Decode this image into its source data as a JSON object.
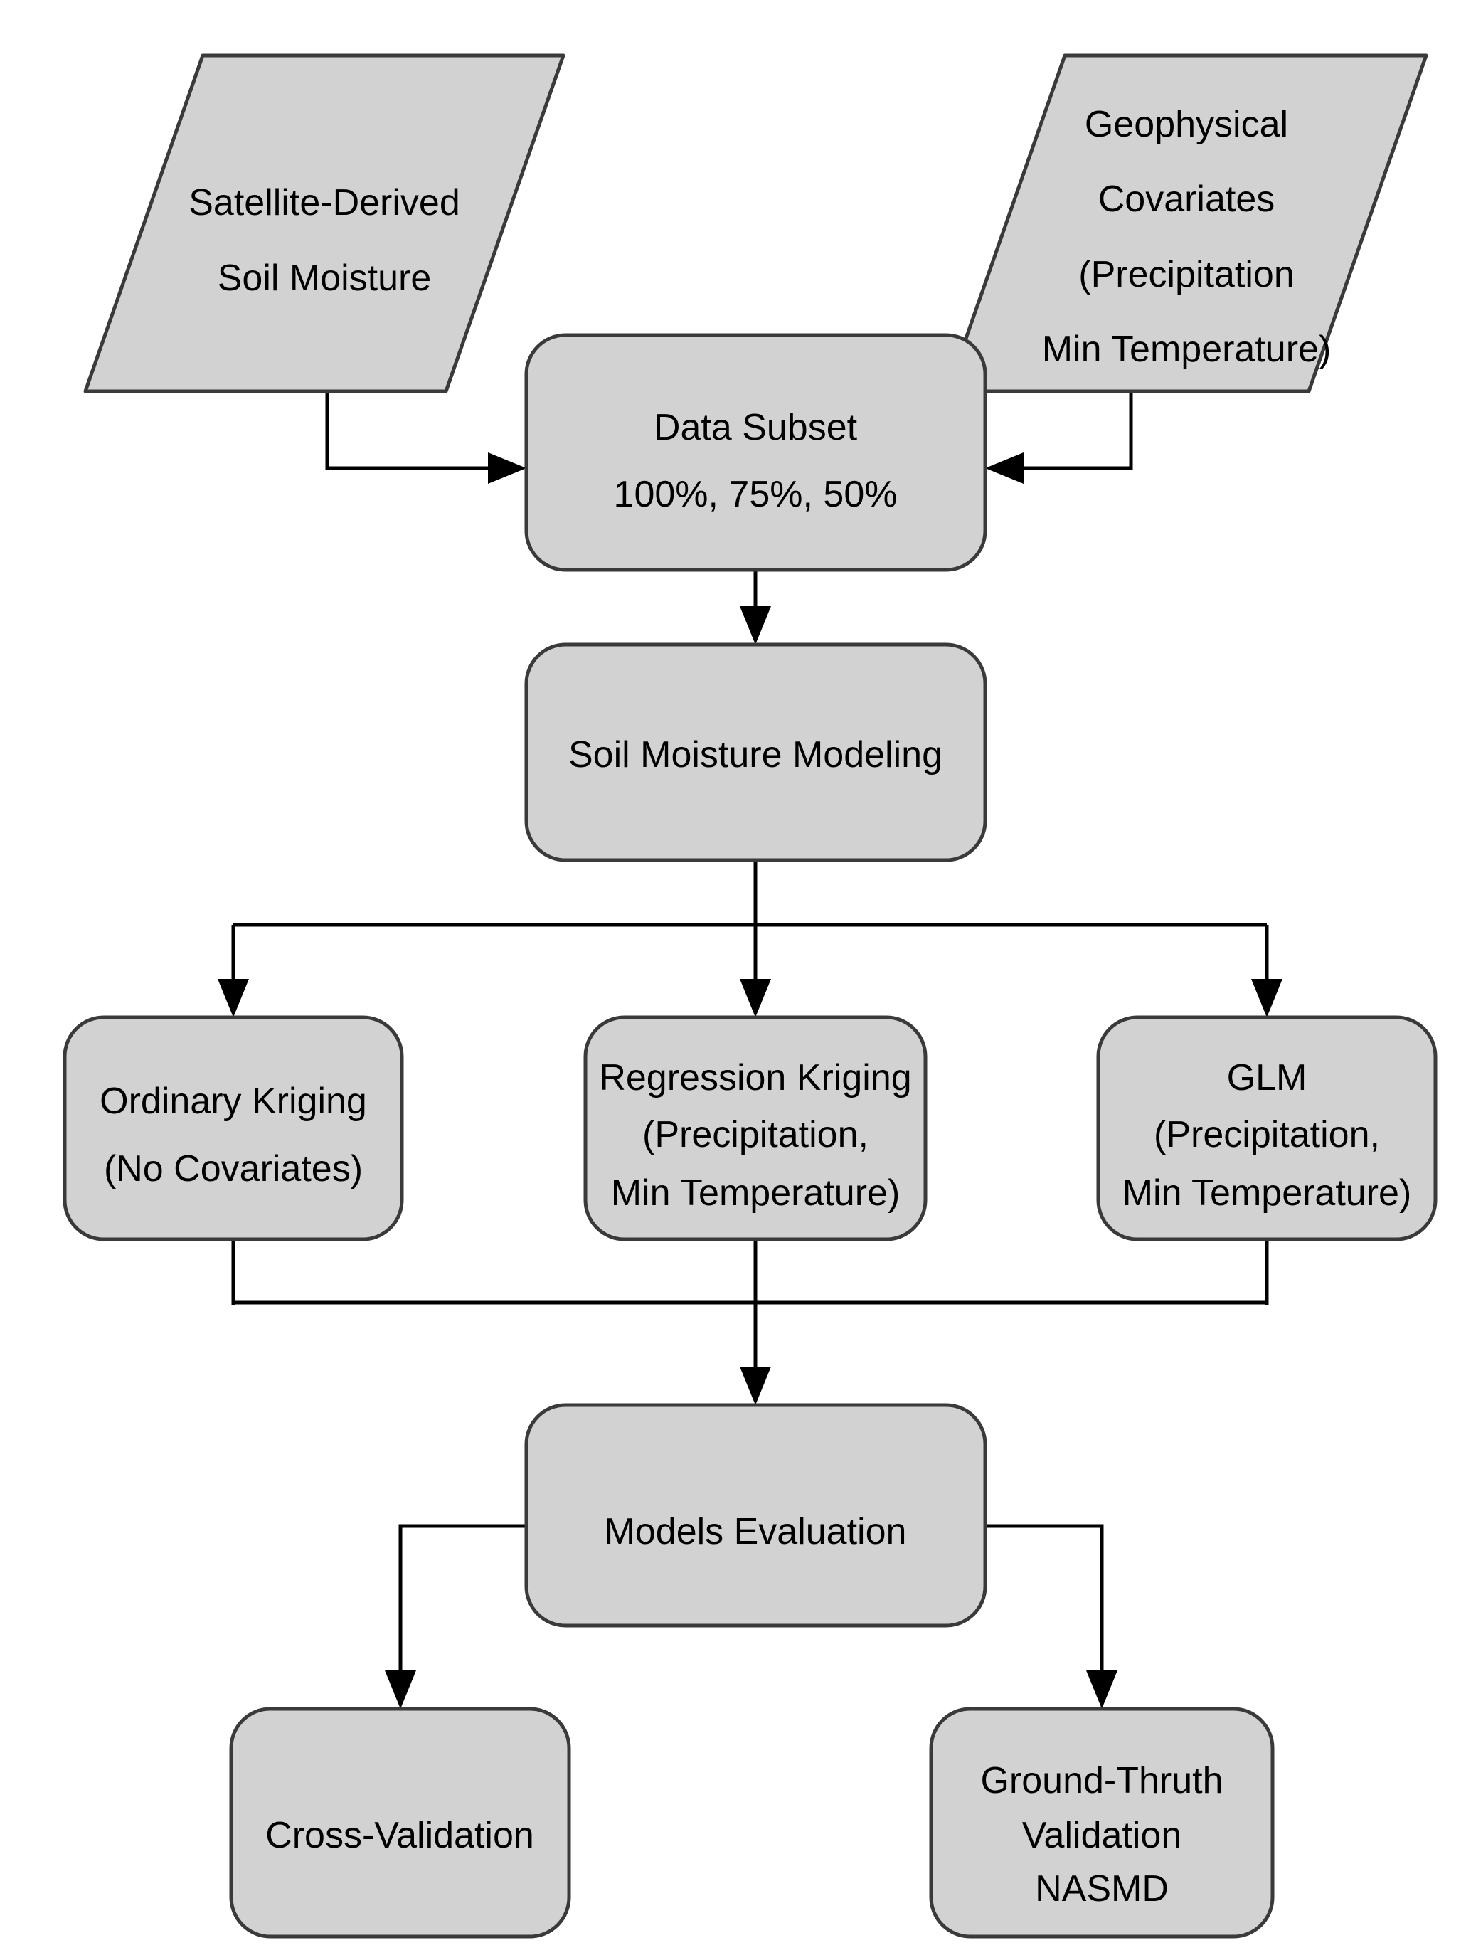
{
  "diagram": {
    "description": "Soil moisture modeling workflow flowchart",
    "colors": {
      "node_fill": "#d2d2d2",
      "node_border": "#3a3a3a",
      "connector": "#000000",
      "text": "#000000",
      "background": "#ffffff"
    },
    "nodes": {
      "satellite_input": {
        "shape": "parallelogram",
        "lines": [
          "Satellite-Derived",
          "Soil Moisture"
        ]
      },
      "geophysical_input": {
        "shape": "parallelogram",
        "lines": [
          "Geophysical",
          "Covariates",
          "(Precipitation",
          "Min Temperature)"
        ]
      },
      "data_subset": {
        "shape": "rounded-rect",
        "lines": [
          "Data Subset",
          "100%, 75%, 50%"
        ]
      },
      "soil_moisture_modeling": {
        "shape": "rounded-rect",
        "lines": [
          "Soil Moisture Modeling"
        ]
      },
      "ordinary_kriging": {
        "shape": "rounded-rect",
        "lines": [
          "Ordinary Kriging",
          "(No Covariates)"
        ]
      },
      "regression_kriging": {
        "shape": "rounded-rect",
        "lines": [
          "Regression Kriging",
          "(Precipitation,",
          "Min Temperature)"
        ]
      },
      "glm": {
        "shape": "rounded-rect",
        "lines": [
          "GLM",
          "(Precipitation,",
          "Min Temperature)"
        ]
      },
      "models_evaluation": {
        "shape": "rounded-rect",
        "lines": [
          "Models Evaluation"
        ]
      },
      "cross_validation": {
        "shape": "rounded-rect",
        "lines": [
          "Cross-Validation"
        ]
      },
      "ground_truth_validation": {
        "shape": "rounded-rect",
        "lines": [
          "Ground-Thruth",
          "Validation",
          "NASMD"
        ]
      }
    },
    "edges": [
      {
        "from": "satellite_input",
        "to": "data_subset"
      },
      {
        "from": "geophysical_input",
        "to": "data_subset"
      },
      {
        "from": "data_subset",
        "to": "soil_moisture_modeling"
      },
      {
        "from": "soil_moisture_modeling",
        "to": "ordinary_kriging"
      },
      {
        "from": "soil_moisture_modeling",
        "to": "regression_kriging"
      },
      {
        "from": "soil_moisture_modeling",
        "to": "glm"
      },
      {
        "from": "ordinary_kriging",
        "to": "models_evaluation"
      },
      {
        "from": "regression_kriging",
        "to": "models_evaluation"
      },
      {
        "from": "glm",
        "to": "models_evaluation"
      },
      {
        "from": "models_evaluation",
        "to": "cross_validation"
      },
      {
        "from": "models_evaluation",
        "to": "ground_truth_validation"
      }
    ]
  }
}
